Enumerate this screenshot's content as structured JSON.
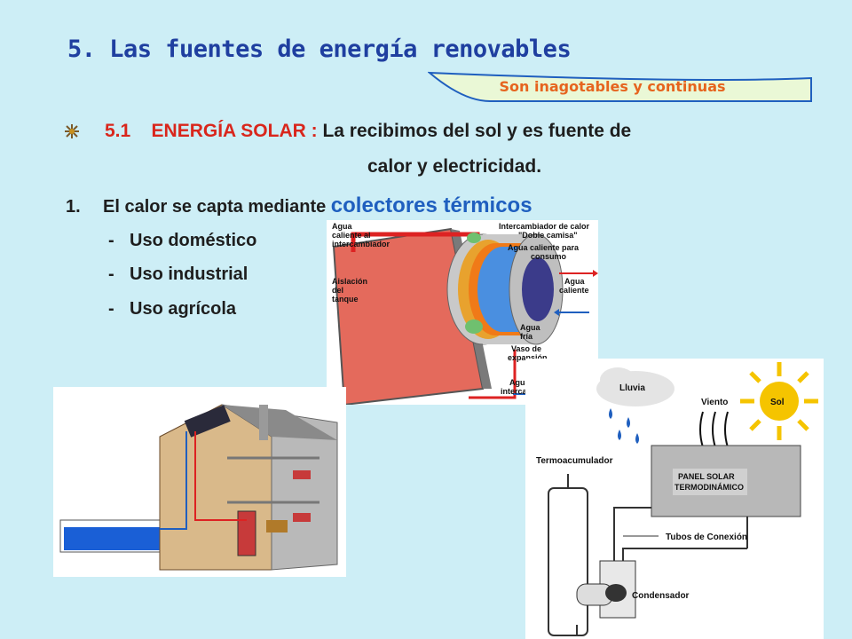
{
  "title": "5. Las fuentes de energía renovables",
  "callout": "Son inagotables y continuas",
  "section": {
    "number": "5.1",
    "heading": "ENERGÍA SOLAR :",
    "text1": "La recibimos del sol y es fuente de",
    "text2": "calor y electricidad."
  },
  "item1": {
    "number": "1.",
    "text": "El calor se capta mediante",
    "highlight": "colectores térmicos"
  },
  "uses": [
    {
      "dash": "-",
      "label": "Uso doméstico"
    },
    {
      "dash": "-",
      "label": "Uso industrial"
    },
    {
      "dash": "-",
      "label": "Uso agrícola"
    }
  ],
  "collector_labels": {
    "agua_caliente_intercambiador_1": "Agua",
    "agua_caliente_intercambiador_2": "caliente al",
    "agua_caliente_intercambiador_3": "intercambiador",
    "intercambiador_1": "Intercambiador de calor",
    "intercambiador_2": "\"Doble camisa\"",
    "agua_consumo_1": "Agua caliente para",
    "agua_consumo_2": "consumo",
    "aislacion_1": "Aislación",
    "aislacion_2": "del",
    "aislacion_3": "tanque",
    "agua_caliente_1": "Agua",
    "agua_caliente_2": "caliente",
    "agua_fria_1": "Agua",
    "agua_fria_2": "fría",
    "vaso_1": "Vaso de",
    "vaso_2": "expansión",
    "agua_del_1": "Agua del",
    "agua_del_2": "intercambiador"
  },
  "thermo_labels": {
    "lluvia": "Lluvia",
    "viento": "Viento",
    "sol": "Sol",
    "termoacumulador": "Termoacumulador",
    "panel_1": "PANEL SOLAR",
    "panel_2": "TERMODINÁMICO",
    "tubos": "Tubos de Conexión",
    "condensador": "Condensador"
  },
  "colors": {
    "background": "#cdeef6",
    "title": "#1f3fa0",
    "callout_text": "#e6641e",
    "callout_border": "#1f5fbf",
    "heading_red": "#d9261c",
    "highlight_blue": "#1f5fbf"
  }
}
